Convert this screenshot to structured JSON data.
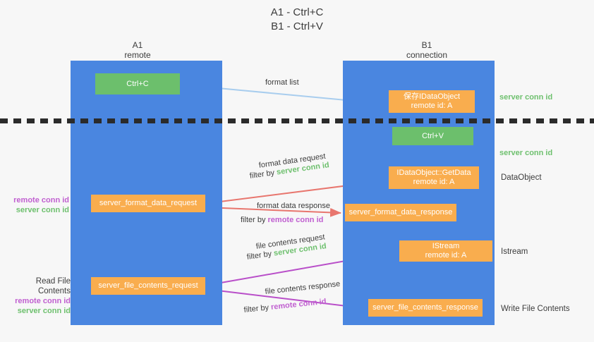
{
  "title": "A1 - Ctrl+C\nB1 - Ctrl+V",
  "columns": {
    "a1": "A1\nremote",
    "b1": "B1\nconnection"
  },
  "nodes": {
    "ctrl_c": "Ctrl+C",
    "idataobject": "保存IDataObject\nremote id: A",
    "ctrl_v": "Ctrl+V",
    "getdata": "IDataObject::GetData\nremote id: A",
    "format_data_request": "server_format_data_request",
    "format_data_response": "server_format_data_response",
    "istream": "IStream\nremote id: A",
    "file_contents_request": "server_file_contents_request",
    "file_contents_response": "server_file_contents_response"
  },
  "edge_labels": {
    "format_list": "format list",
    "format_data_request": "format data request",
    "format_data_request_filter_prefix": "filter by ",
    "format_data_request_filter_value": "server conn id",
    "format_data_response": "format data response",
    "format_data_response_filter_prefix": "filter by ",
    "format_data_response_filter_value": "remote conn id",
    "file_contents_request": "file contents request",
    "file_contents_request_filter_prefix": "filter by ",
    "file_contents_request_filter_value": "server conn id",
    "file_contents_response": "file contents response",
    "file_contents_response_filter_prefix": "filter by ",
    "file_contents_response_filter_value": "remote conn id"
  },
  "right_notes": {
    "server_conn_id_top": "server conn id",
    "server_conn_id_mid": "server conn id",
    "dataobject": "DataObject",
    "istream": "Istream",
    "write_file_contents": "Write File Contents"
  },
  "left_notes": {
    "remote_conn_id_upper": "remote conn id",
    "server_conn_id_upper": "server conn id",
    "read_file_contents": "Read File Contents",
    "remote_conn_id_lower": "remote conn id",
    "server_conn_id_lower": "server conn id"
  },
  "colors": {
    "background": "#f7f7f7",
    "lane": "#4a86e0",
    "node_green": "#6cbf6c",
    "node_orange": "#f9ad4e",
    "arrow_light_blue": "#a8cdee",
    "arrow_red": "#e8766e",
    "arrow_purple": "#b94fc9",
    "arrow_black": "#1a1a1a",
    "text_green": "#6ec06e",
    "text_magenta": "#c05fd0",
    "separator": "#2b2b2b"
  }
}
